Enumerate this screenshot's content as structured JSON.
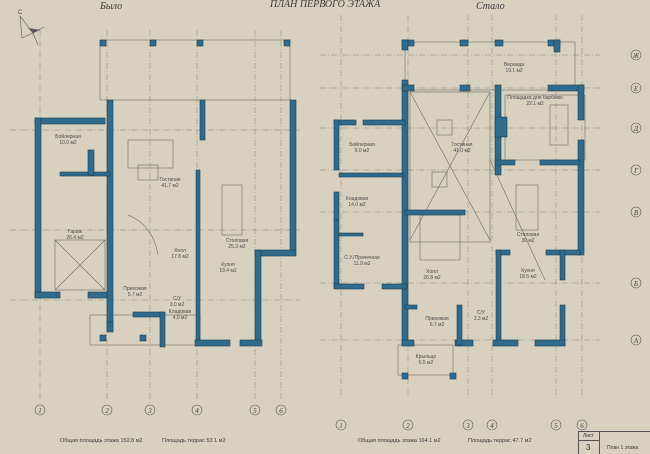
{
  "title": "ПЛАН ПЕРВОГО ЭТАЖА",
  "before": {
    "label": "Было",
    "rooms": [
      {
        "name": "Бойлерная",
        "area": "10.0 м2"
      },
      {
        "name": "Гостиная",
        "area": "41.7 м2"
      },
      {
        "name": "Гараж",
        "area": "26.4 м2"
      },
      {
        "name": "Холл",
        "area": "17.8 м2"
      },
      {
        "name": "Столовая",
        "area": "25.3 м2"
      },
      {
        "name": "Кухня",
        "area": "19.4 м2"
      },
      {
        "name": "Прихожая",
        "area": "5.7 м2"
      },
      {
        "name": "С/У",
        "area": "3.0 м2"
      },
      {
        "name": "Кладовая",
        "area": "4.0 м2"
      }
    ],
    "axes": [
      "1",
      "2",
      "3",
      "4",
      "5",
      "6"
    ],
    "total_area": "Общая площадь этажа 152,8 м2",
    "terrace_area": "Площадь террас 53.1 м2"
  },
  "after": {
    "label": "Стало",
    "rooms": [
      {
        "name": "Веранда",
        "area": "19.1 м2"
      },
      {
        "name": "Площадка для барбекю",
        "area": "22.1 м2"
      },
      {
        "name": "Бойлерная",
        "area": "9.0 м2"
      },
      {
        "name": "Гостиная",
        "area": "41.0 м2"
      },
      {
        "name": "Кладовая",
        "area": "14.0 м2"
      },
      {
        "name": "С.У./Прачечная",
        "area": "11.9 м2"
      },
      {
        "name": "Холл",
        "area": "26.8 м2"
      },
      {
        "name": "Столовая",
        "area": "30 м2"
      },
      {
        "name": "Кухня",
        "area": "18.5 м2"
      },
      {
        "name": "Прихожая",
        "area": "6.7 м2"
      },
      {
        "name": "С/У",
        "area": "3.3 м2"
      },
      {
        "name": "Крыльцо",
        "area": "6.5 м2"
      }
    ],
    "axes": [
      "1",
      "2",
      "3",
      "4",
      "5",
      "6"
    ],
    "rows": [
      "Ж",
      "Е",
      "Д",
      "Г",
      "В",
      "Б",
      "А"
    ],
    "total_area": "Общая площадь этажа 164.1 м2",
    "terrace_area": "Площадь террас 47.7 м2"
  },
  "title_block": {
    "sheet_label": "Лист",
    "sheet_number": "3",
    "sheet_name": "План 1 этажа"
  },
  "compass_label": "С",
  "colors": {
    "wall": "#2f6b8c",
    "paper": "#d8d1bf"
  }
}
